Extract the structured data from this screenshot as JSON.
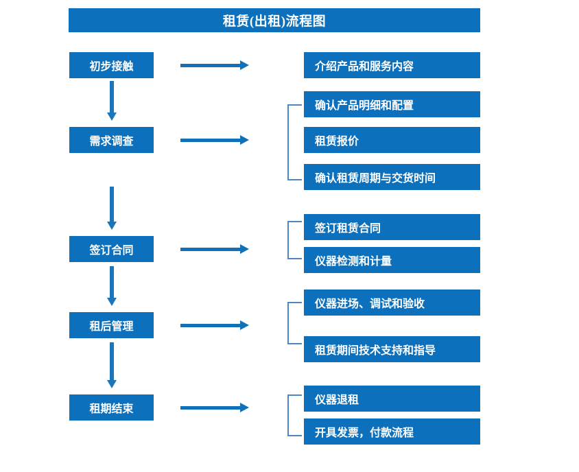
{
  "title": "租赁(出租)流程图",
  "colors": {
    "box_blue": "#0c70bc",
    "arrow_blue": "#1b75bb",
    "bracket_blue": "#4a86c8",
    "text_white": "#ffffff",
    "background": "#ffffff"
  },
  "stages": [
    {
      "label": "初步接触"
    },
    {
      "label": "需求调查"
    },
    {
      "label": "签订合同"
    },
    {
      "label": "租后管理"
    },
    {
      "label": "租期结束"
    }
  ],
  "details": [
    {
      "label": "介绍产品和服务内容"
    },
    {
      "label": "确认产品明细和配置"
    },
    {
      "label": "租赁报价"
    },
    {
      "label": "确认租赁周期与交货时间"
    },
    {
      "label": "签订租赁合同"
    },
    {
      "label": "仪器检测和计量"
    },
    {
      "label": "仪器进场、调试和验收"
    },
    {
      "label": "租赁期间技术支持和指导"
    },
    {
      "label": "仪器退租"
    },
    {
      "label": "开具发票，付款流程"
    }
  ]
}
